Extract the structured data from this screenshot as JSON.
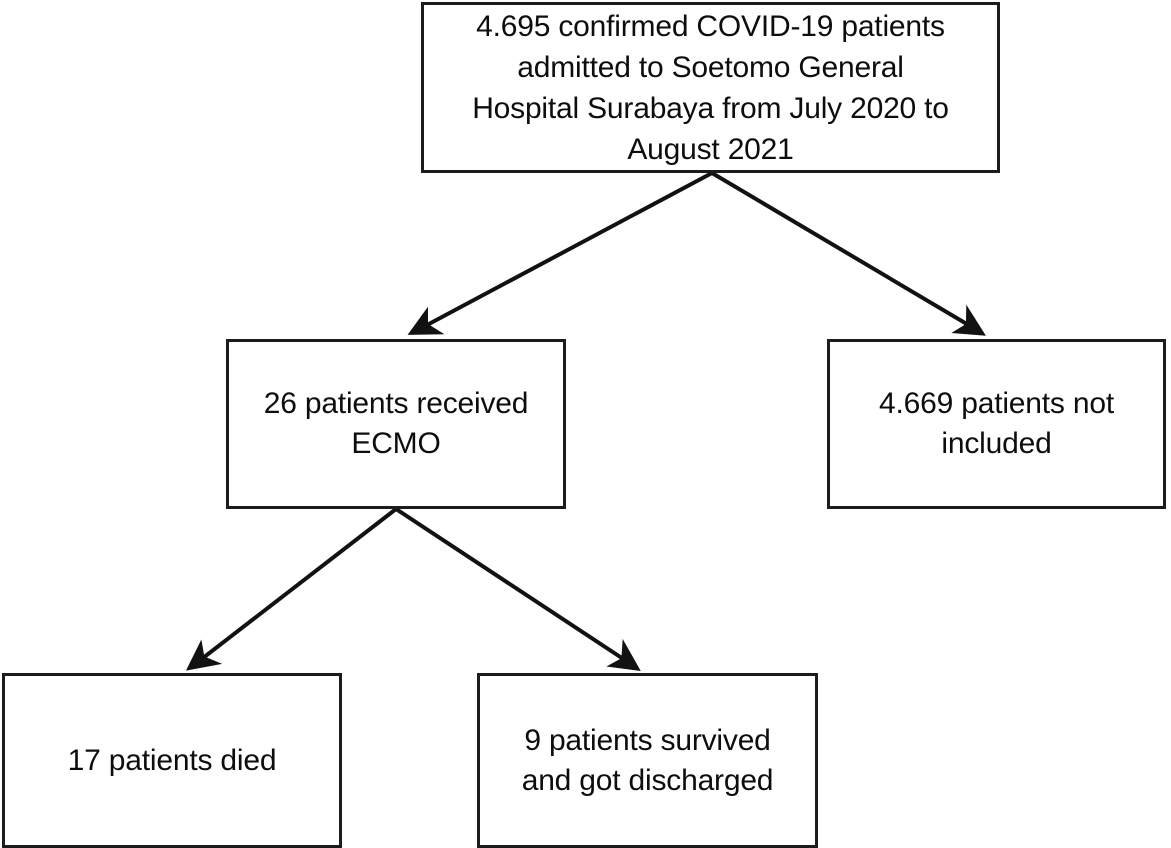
{
  "diagram": {
    "type": "flowchart",
    "title": "COVID-19 ECMO patient selection flowchart",
    "line_color": "#1c1c1c",
    "text_color": "#0d0d0d",
    "background": "#ffffff",
    "nodes": [
      {
        "id": "cohort",
        "text": "4.695 confirmed COVID-19 patients\nadmitted to Soetomo General\nHospital Surabaya from July 2020 to\nAugust 2021",
        "count": 4695
      },
      {
        "id": "ecmo",
        "text": "26 patients received\nECMO",
        "count": 26
      },
      {
        "id": "excluded",
        "text": "4.669 patients not\nincluded",
        "count": 4669
      },
      {
        "id": "died",
        "text": "17 patients died",
        "count": 17
      },
      {
        "id": "survived",
        "text": "9 patients survived\nand got discharged",
        "count": 9
      }
    ],
    "edges": [
      {
        "from": "cohort",
        "to": "ecmo"
      },
      {
        "from": "cohort",
        "to": "excluded"
      },
      {
        "from": "ecmo",
        "to": "died"
      },
      {
        "from": "ecmo",
        "to": "survived"
      }
    ]
  }
}
